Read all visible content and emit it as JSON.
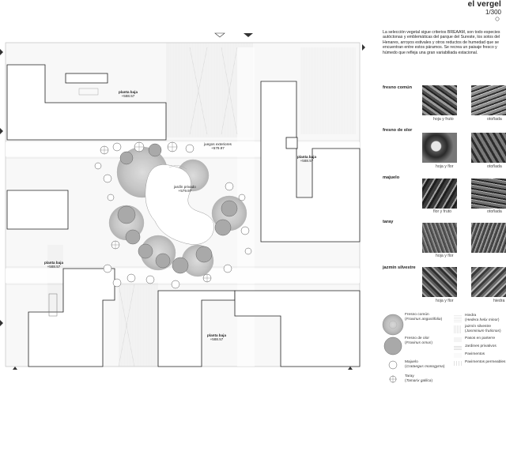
{
  "header": {
    "title": "el vergel",
    "scale": "1/300"
  },
  "description": "La selección vegetal sigue criterios BREAAM, son todo especies autóctonas y emblemáticas del parque del Sureste, los sotos del Henares, arroyos estivales y otros reductos de humedad que se encuentran entre estos páramos. Se recrea un paisaje fresco y húmedo que refleja una gran variabiliada estacional.",
  "plan_labels": {
    "planta_baja": "planta baja",
    "level": "+588.57",
    "juegos": "juegos exteriores",
    "juegos_level": "+579.97",
    "jardin": "jardín privado",
    "jardin_level": "+579.97"
  },
  "species": [
    {
      "name": "fresno común",
      "captions": [
        "hoja y fruto",
        "otoñada"
      ]
    },
    {
      "name": "fresno de olor",
      "captions": [
        "hoja y flor",
        "otoñada"
      ]
    },
    {
      "name": "majuelo",
      "captions": [
        "flor y fruto",
        "otoñada"
      ]
    },
    {
      "name": "taray",
      "captions": [
        "hoja y flor",
        ""
      ]
    },
    {
      "name": "jazmín silvestre",
      "captions": [
        "hoja y flor",
        "hiedra"
      ]
    }
  ],
  "legend_trees": [
    {
      "name": "Fresno común",
      "latin": "Fraxinus angustifolia"
    },
    {
      "name": "Fresno de olor",
      "latin": "Fraxinus ornus"
    },
    {
      "name": "Majuelo",
      "latin": "Crataegus monogyma"
    },
    {
      "name": "Taray",
      "latin": "Tamarix gallica"
    }
  ],
  "legend_surfaces": [
    {
      "name": "Hiedra",
      "latin": "Hedera helix minor"
    },
    {
      "name": "jazmín silvestre",
      "latin": "Jasminium fruticnas"
    },
    {
      "name": "Pasos en parterre",
      "latin": ""
    },
    {
      "name": "Jardines privativos",
      "latin": ""
    },
    {
      "name": "Pavimentos",
      "latin": ""
    },
    {
      "name": "Pavimentos permeables",
      "latin": ""
    }
  ]
}
